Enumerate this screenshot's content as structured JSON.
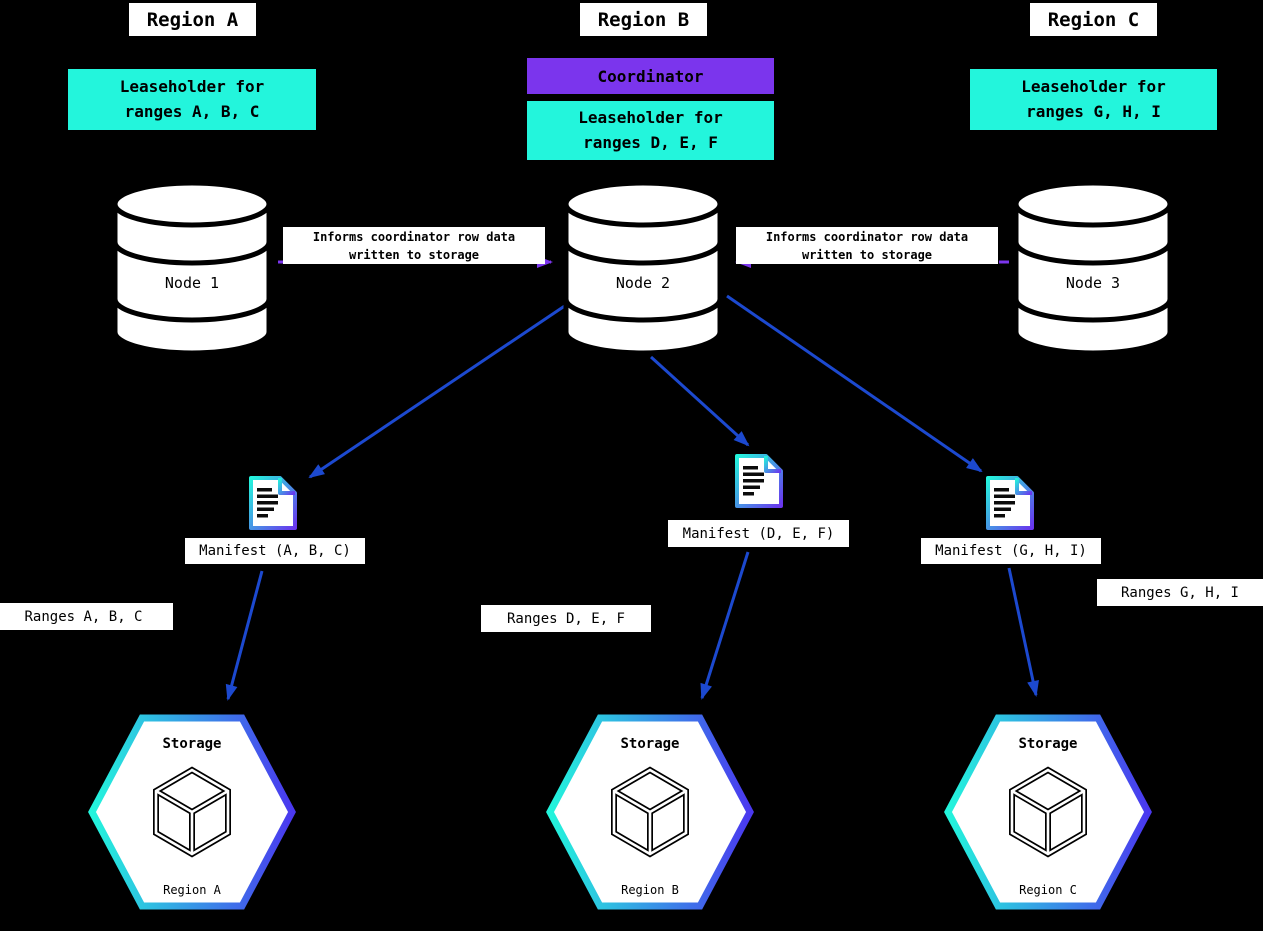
{
  "colors": {
    "background": "#000000",
    "cyan": "#23F5DC",
    "purple": "#7B35ED",
    "arrow-blue": "#1C49CF",
    "box-bg": "#FFFFFF",
    "text": "#000000"
  },
  "coordinator_label": "Coordinator",
  "informs": {
    "line1": "Informs coordinator row data",
    "line2": "written to storage"
  },
  "regions": [
    {
      "title": "Region A",
      "leaseholder_line1": "Leaseholder for",
      "leaseholder_line2": "ranges A, B, C",
      "node_label": "Node 1",
      "manifest_label": "Manifest (A, B, C)",
      "ranges_label": "Ranges A, B, C",
      "storage_title": "Storage",
      "storage_region": "Region A"
    },
    {
      "title": "Region B",
      "leaseholder_line1": "Leaseholder for",
      "leaseholder_line2": "ranges D, E, F",
      "node_label": "Node 2",
      "manifest_label": "Manifest (D, E, F)",
      "ranges_label": "Ranges D, E, F",
      "storage_title": "Storage",
      "storage_region": "Region B"
    },
    {
      "title": "Region C",
      "leaseholder_line1": "Leaseholder for",
      "leaseholder_line2": "ranges G, H, I",
      "node_label": "Node 3",
      "manifest_label": "Manifest (G, H, I)",
      "ranges_label": "Ranges G, H, I",
      "storage_title": "Storage",
      "storage_region": "Region C"
    }
  ]
}
